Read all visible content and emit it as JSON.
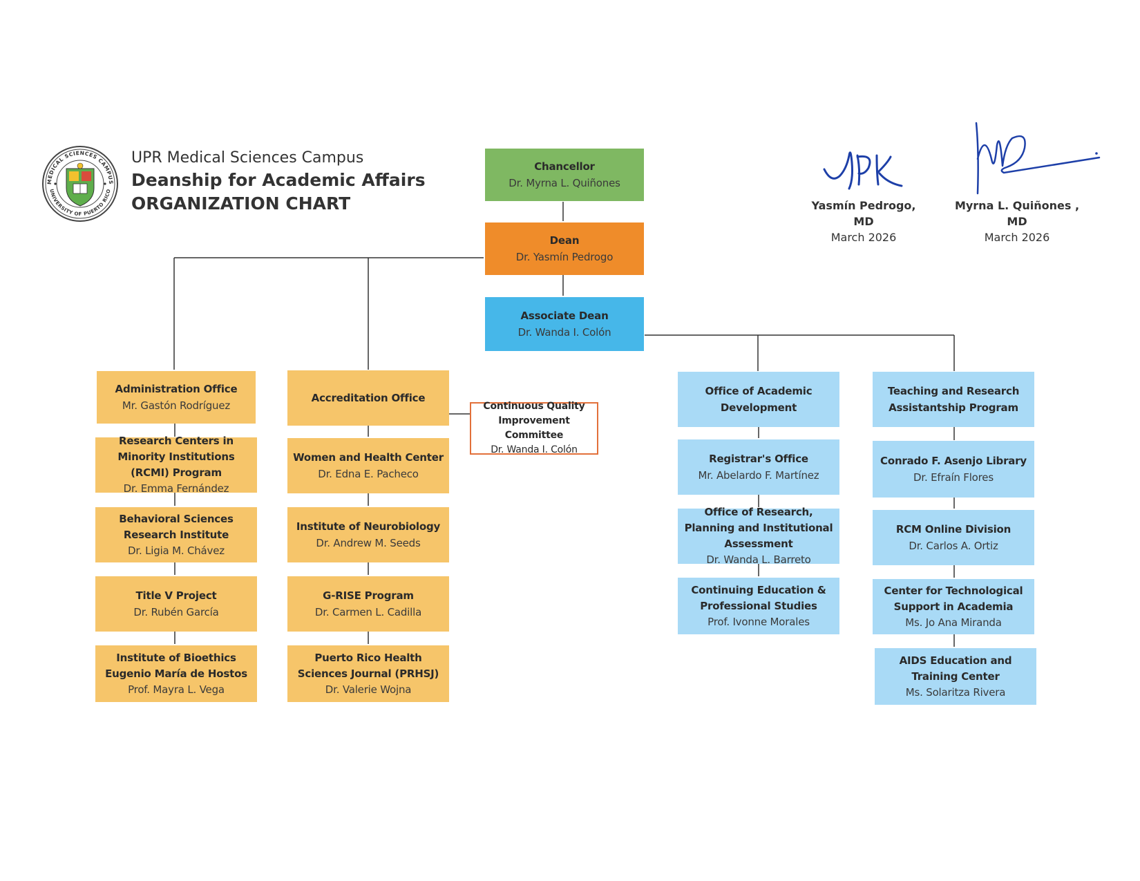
{
  "header": {
    "campus": "UPR Medical Sciences Campus",
    "deanship": "Deanship for Academic Affairs",
    "chart_title": "ORGANIZATION CHART",
    "seal_text_top": "MEDICAL SCIENCES CAMPUS",
    "seal_text_bottom": "UNIVERSITY OF PUERTO RICO"
  },
  "signatures": [
    {
      "name": "Yasmín Pedrogo, MD",
      "date": "March 2026"
    },
    {
      "name": "Myrna L. Quiñones , MD",
      "date": "March 2026"
    }
  ],
  "chain": {
    "chancellor": {
      "title": "Chancellor",
      "person": "Dr. Myrna L. Quiñones"
    },
    "dean": {
      "title": "Dean",
      "person": "Dr. Yasmín Pedrogo"
    },
    "associate_dean": {
      "title": "Associate Dean",
      "person": "Dr. Wanda I. Colón"
    }
  },
  "dean_col1": [
    {
      "title": "Administration Office",
      "person": "Mr. Gastón Rodríguez"
    },
    {
      "title": "Research Centers in Minority Institutions (RCMI) Program",
      "person": "Dr. Emma Fernández"
    },
    {
      "title": "Behavioral Sciences Research Institute",
      "person": "Dr. Ligia M. Chávez"
    },
    {
      "title": "Title V Project",
      "person": "Dr. Rubén García"
    },
    {
      "title": "Institute of Bioethics Eugenio María de Hostos",
      "person": "Prof. Mayra L. Vega"
    }
  ],
  "dean_col2": [
    {
      "title": "Accreditation Office",
      "person": ""
    },
    {
      "title": "Women and Health Center",
      "person": "Dr. Edna E. Pacheco"
    },
    {
      "title": "Institute of Neurobiology",
      "person": "Dr. Andrew M. Seeds"
    },
    {
      "title": "G-RISE Program",
      "person": "Dr. Carmen L. Cadilla"
    },
    {
      "title": "Puerto Rico Health Sciences Journal (PRHSJ)",
      "person": "Dr. Valerie Wojna"
    }
  ],
  "committee": {
    "title": "Continuous Quality Improvement Committee",
    "person": "Dr. Wanda I. Colón"
  },
  "assoc_col1": [
    {
      "title": "Office of Academic Development",
      "person": ""
    },
    {
      "title": "Registrar's Office",
      "person": "Mr. Abelardo F. Martínez"
    },
    {
      "title": "Office of Research, Planning and Institutional Assessment",
      "person": "Dr. Wanda L. Barreto"
    },
    {
      "title": "Continuing Education & Professional Studies",
      "person": "Prof. Ivonne Morales"
    }
  ],
  "assoc_col2": [
    {
      "title": "Teaching and Research Assistantship Program",
      "person": ""
    },
    {
      "title": "Conrado F. Asenjo Library",
      "person": "Dr. Efraín Flores"
    },
    {
      "title": "RCM Online Division",
      "person": "Dr. Carlos A. Ortiz"
    },
    {
      "title": "Center for Technological Support in Academia",
      "person": "Ms. Jo Ana Miranda"
    },
    {
      "title": "AIDS Education and Training Center",
      "person": "Ms. Solaritza Rivera"
    }
  ],
  "colors": {
    "chancellor": "#7fb862",
    "dean": "#ef8c2a",
    "associate_dean": "#46b7e9",
    "dean_units": "#f6c56a",
    "associate_units": "#a9daf6",
    "committee_border": "#e2703a",
    "signature_ink": "#1d3fa8"
  }
}
